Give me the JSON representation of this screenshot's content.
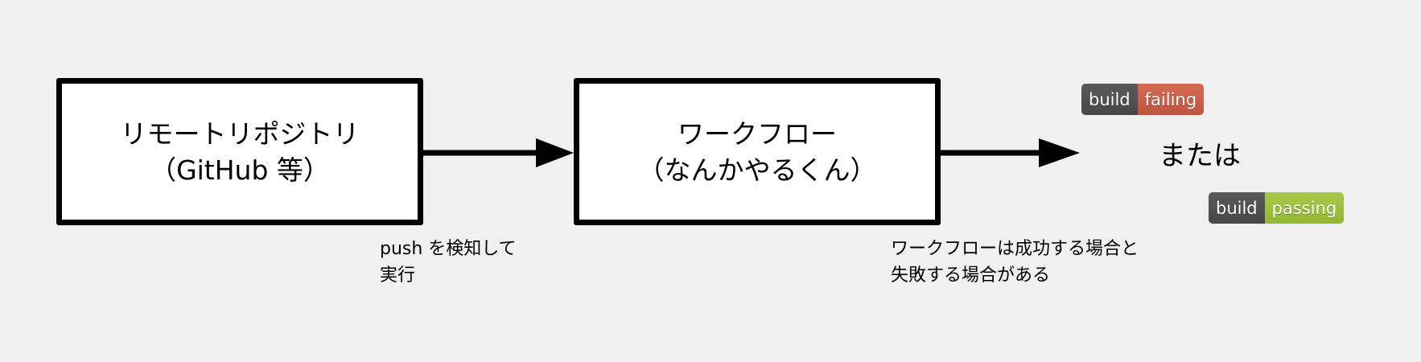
{
  "nodes": {
    "repo": {
      "line1": "リモートリポジトリ",
      "line2": "（GitHub 等）"
    },
    "workflow": {
      "line1": "ワークフロー",
      "line2": "（なんかやるくん）"
    }
  },
  "edges": {
    "push": {
      "line1": "push を検知して",
      "line2": "実行"
    },
    "result": {
      "line1": "ワークフローは成功する場合と",
      "line2": "失敗する場合がある"
    }
  },
  "outcome": {
    "or_text": "または",
    "badges": [
      {
        "left": "build",
        "right": "failing",
        "color": "#cc5f48"
      },
      {
        "left": "build",
        "right": "passing",
        "color": "#9dc03d"
      }
    ]
  }
}
